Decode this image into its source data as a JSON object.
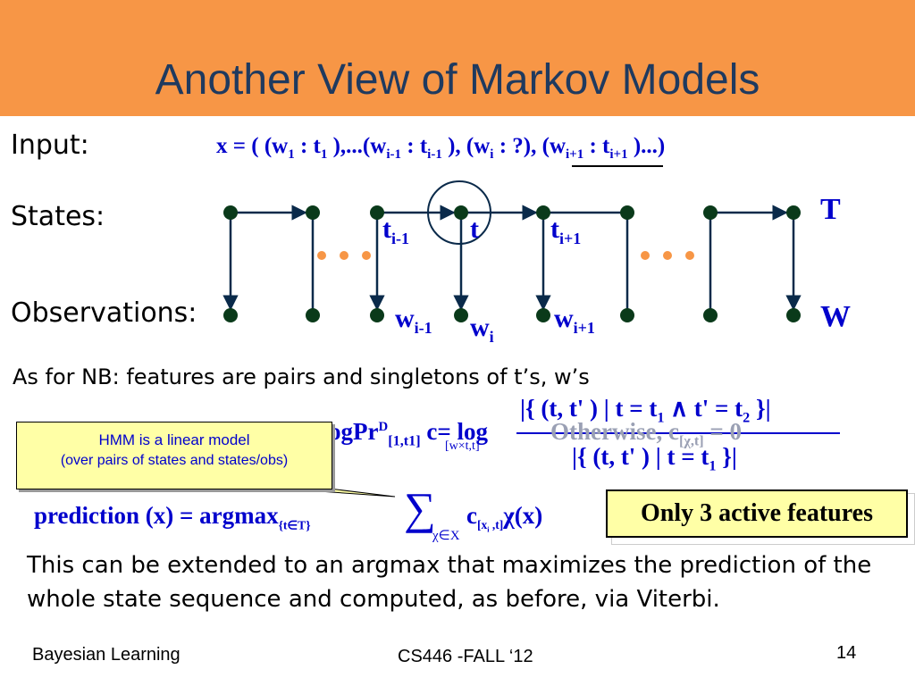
{
  "slide": {
    "title": "Another View of Markov Models",
    "labels": {
      "input": "Input:",
      "states": "States:",
      "observations": "Observations:"
    },
    "input_formula": {
      "x_eq": "x = ( (w",
      "sub1": "1",
      "colon_t": " : t",
      "sub_t1": "1",
      "mid1": " ),...(w",
      "sub_im1": "i-1",
      "colon_t2": " : t",
      "sub_im1b": "i-1",
      "mid2": " ), (w",
      "sub_i": "i",
      "mid3": " : ?), (w",
      "sub_ip1": "i+1",
      "colon_t3": " : t",
      "sub_ip1b": "i+1",
      "tail": " )...)"
    },
    "state_labels": {
      "t_im1": "t",
      "t_im1_sub": "i-1",
      "t": "t",
      "t_ip1": "t",
      "t_ip1_sub": "i+1",
      "T": "T"
    },
    "obs_labels": {
      "w_im1": "w",
      "w_im1_sub": "i-1",
      "w_i": "w",
      "w_i_sub": "i",
      "w_ip1": "w",
      "w_ip1_sub": "i+1",
      "W": "W"
    },
    "nb_text": "As for NB: features are pairs and singletons of t’s,  w’s",
    "hidden_formula": {
      "left": "ogPr",
      "sup": "D",
      "sub": "[1,t",
      "sub2": "1",
      "sub3": "]",
      "c_eq": " c= log",
      "sub_lower": "[w×t,t]",
      "numerator": "|{ (t, t' ) | t = t",
      "num_sub1": "1",
      "num_mid": " ∧ t' = t",
      "num_sub2": "2",
      "num_end": " }|",
      "otherwise": "Otherwise, c",
      "other_sub": "[χ,t]",
      "other_end": " = 0",
      "denominator": "|{ (t, t' ) | t = t",
      "den_sub": "1",
      "den_end": " }|"
    },
    "callout": {
      "line1": "HMM is a linear model",
      "line2": "(over pairs of states and states/obs)"
    },
    "prediction": {
      "text": "prediction (x) = argmax",
      "sub_argmax": "{t∈T}",
      "sum": "∑",
      "sum_sub": "χ∈X",
      "c": " c",
      "c_sub": "[x",
      "c_sub_i": "i",
      "c_sub_end": " ,t]",
      "chi": "χ(x)"
    },
    "badge": "Only 3 active features",
    "conclusion": "This can be extended to an argmax that maximizes the prediction of the whole state sequence and computed, as before, via Viterbi.",
    "footer": {
      "left": "Bayesian Learning",
      "center": "CS446 -FALL ‘12",
      "page": "14"
    },
    "colors": {
      "header": "#f79646",
      "title": "#1f3a5f",
      "math": "#0000cc",
      "callout_bg": "#ffffa6",
      "dot_orange": "#f79646",
      "node": "#0a3a1a"
    }
  }
}
